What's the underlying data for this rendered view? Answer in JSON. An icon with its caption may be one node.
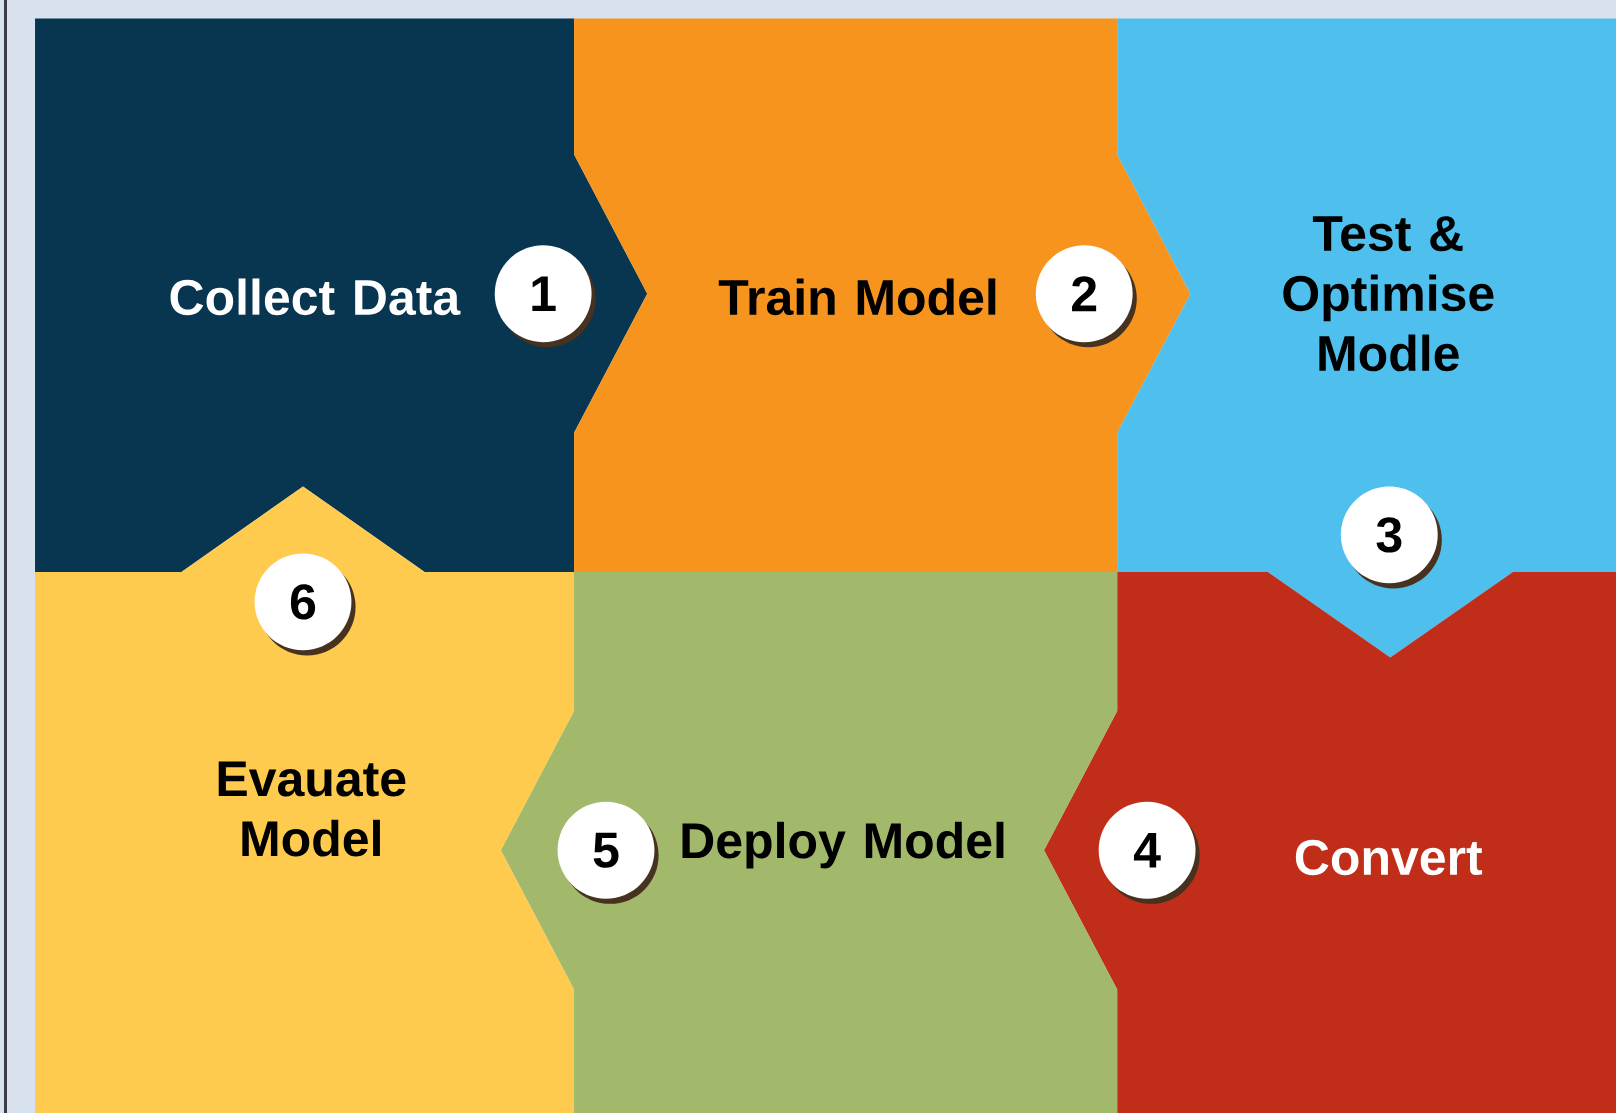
{
  "diagram": {
    "nodes": [
      {
        "text": [
          "Collect Data"
        ]
      },
      {
        "text": [
          "1"
        ],
        "in": 0
      },
      {
        "text": [
          "Train Model"
        ]
      },
      {
        "text": [
          "2"
        ],
        "in": 2
      },
      {
        "text": [
          "Test & Optimise Modle"
        ]
      },
      {
        "text": [
          "3"
        ],
        "in": 4
      },
      {
        "text": [
          "Convert"
        ]
      },
      {
        "text": [
          "4"
        ],
        "in": 6
      },
      {
        "text": [
          "Deploy Model"
        ]
      },
      {
        "text": [
          "5"
        ],
        "in": 8
      },
      {
        "text": [
          "Evauate Model"
        ]
      },
      {
        "text": [
          "6"
        ],
        "in": 10
      }
    ]
  }
}
